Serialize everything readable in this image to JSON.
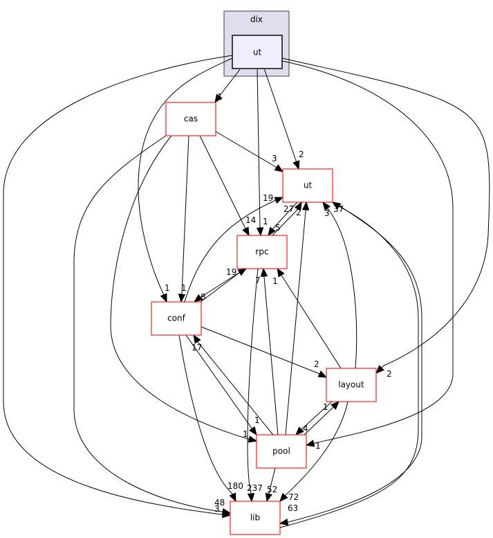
{
  "diagram": {
    "type": "directory-dependency-graph",
    "cluster": {
      "label": "dix"
    },
    "nodes": [
      {
        "id": "dix_ut",
        "label": "ut",
        "kind": "self"
      },
      {
        "id": "cas",
        "label": "cas",
        "kind": "dir"
      },
      {
        "id": "ut",
        "label": "ut",
        "kind": "dir"
      },
      {
        "id": "rpc",
        "label": "rpc",
        "kind": "dir"
      },
      {
        "id": "conf",
        "label": "conf",
        "kind": "dir"
      },
      {
        "id": "layout",
        "label": "layout",
        "kind": "dir"
      },
      {
        "id": "pool",
        "label": "pool",
        "kind": "dir"
      },
      {
        "id": "lib",
        "label": "lib",
        "kind": "dir"
      }
    ],
    "edges": [
      {
        "from": "dix_ut",
        "to": "cas",
        "label": "1"
      },
      {
        "from": "dix_ut",
        "to": "ut",
        "label": "2"
      },
      {
        "from": "dix_ut",
        "to": "rpc",
        "label": "1"
      },
      {
        "from": "dix_ut",
        "to": "conf",
        "label": "1"
      },
      {
        "from": "dix_ut",
        "to": "layout",
        "label": "2"
      },
      {
        "from": "dix_ut",
        "to": "pool",
        "label": "1"
      },
      {
        "from": "dix_ut",
        "to": "lib",
        "label": "3"
      },
      {
        "from": "cas",
        "to": "ut",
        "label": "3"
      },
      {
        "from": "cas",
        "to": "rpc",
        "label": "14"
      },
      {
        "from": "cas",
        "to": "conf",
        "label": "1"
      },
      {
        "from": "cas",
        "to": "pool",
        "label": "1"
      },
      {
        "from": "cas",
        "to": "lib",
        "label": "48"
      },
      {
        "from": "ut",
        "to": "rpc",
        "label": "5"
      },
      {
        "from": "ut",
        "to": "lib",
        "label": "63"
      },
      {
        "from": "rpc",
        "to": "ut",
        "label": "27"
      },
      {
        "from": "rpc",
        "to": "conf",
        "label": "8"
      },
      {
        "from": "rpc",
        "to": "lib",
        "label": "237"
      },
      {
        "from": "conf",
        "to": "ut",
        "label": "19"
      },
      {
        "from": "conf",
        "to": "rpc",
        "label": "19"
      },
      {
        "from": "conf",
        "to": "layout",
        "label": "2"
      },
      {
        "from": "conf",
        "to": "pool",
        "label": "1"
      },
      {
        "from": "conf",
        "to": "lib",
        "label": "180"
      },
      {
        "from": "layout",
        "to": "ut",
        "label": "3"
      },
      {
        "from": "layout",
        "to": "rpc",
        "label": "1"
      },
      {
        "from": "layout",
        "to": "pool",
        "label": "4"
      },
      {
        "from": "layout",
        "to": "lib",
        "label": "72"
      },
      {
        "from": "pool",
        "to": "ut",
        "label": "2"
      },
      {
        "from": "pool",
        "to": "rpc",
        "label": "7"
      },
      {
        "from": "pool",
        "to": "conf",
        "label": "17"
      },
      {
        "from": "pool",
        "to": "layout",
        "label": "1"
      },
      {
        "from": "pool",
        "to": "lib",
        "label": "52"
      },
      {
        "from": "lib",
        "to": "ut",
        "label": "37"
      }
    ]
  }
}
